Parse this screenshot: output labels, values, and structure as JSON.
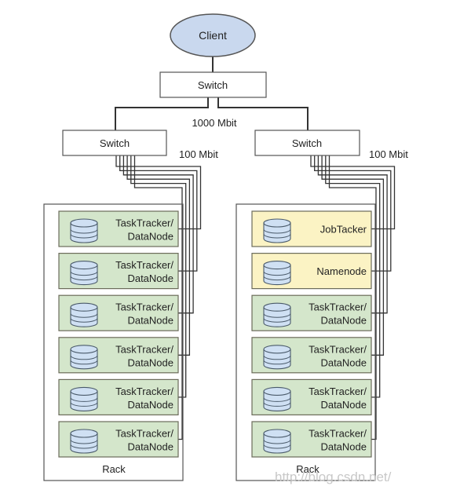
{
  "client": {
    "label": "Client"
  },
  "core_switch": {
    "label": "Switch"
  },
  "core_link": {
    "label": "1000 Mbit"
  },
  "colors": {
    "client_fill": "#c9d8ee",
    "tasktracker_fill": "#d4e6cb",
    "master_fill": "#fbf3c4",
    "db_fill": "#cfe0f3",
    "line": "#333333"
  },
  "racks": [
    {
      "label": "Rack",
      "switch_label": "Switch",
      "link_label": "100 Mbit",
      "nodes": [
        {
          "line1": "TaskTracker/",
          "line2": "DataNode",
          "role": "worker"
        },
        {
          "line1": "TaskTracker/",
          "line2": "DataNode",
          "role": "worker"
        },
        {
          "line1": "TaskTracker/",
          "line2": "DataNode",
          "role": "worker"
        },
        {
          "line1": "TaskTracker/",
          "line2": "DataNode",
          "role": "worker"
        },
        {
          "line1": "TaskTracker/",
          "line2": "DataNode",
          "role": "worker"
        },
        {
          "line1": "TaskTracker/",
          "line2": "DataNode",
          "role": "worker"
        }
      ]
    },
    {
      "label": "Rack",
      "switch_label": "Switch",
      "link_label": "100 Mbit",
      "nodes": [
        {
          "line1": "JobTacker",
          "line2": "",
          "role": "master"
        },
        {
          "line1": "Namenode",
          "line2": "",
          "role": "master"
        },
        {
          "line1": "TaskTracker/",
          "line2": "DataNode",
          "role": "worker"
        },
        {
          "line1": "TaskTracker/",
          "line2": "DataNode",
          "role": "worker"
        },
        {
          "line1": "TaskTracker/",
          "line2": "DataNode",
          "role": "worker"
        },
        {
          "line1": "TaskTracker/",
          "line2": "DataNode",
          "role": "worker"
        }
      ]
    }
  ],
  "watermark": "http://blog.csdn.net/"
}
